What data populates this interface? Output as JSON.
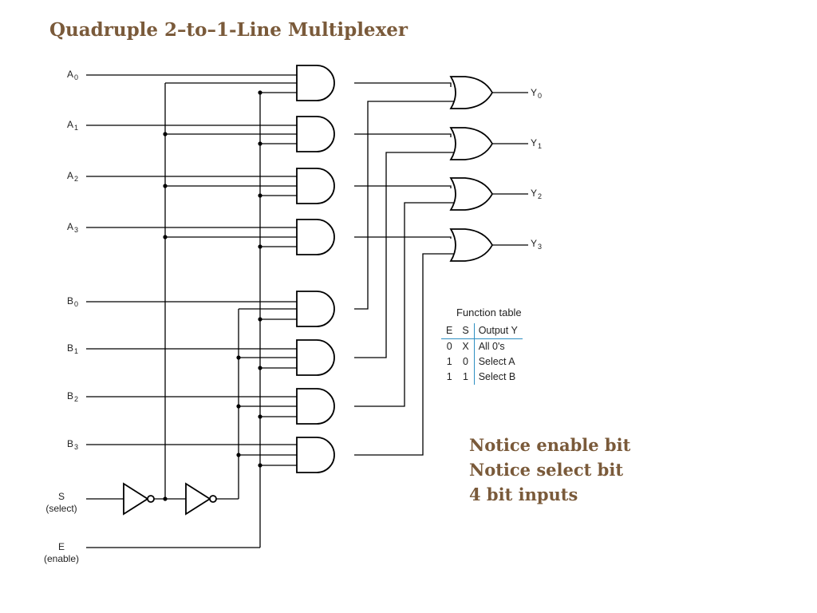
{
  "title": "Quadruple 2–to–1-Line Multiplexer",
  "inputs": {
    "a": [
      {
        "letter": "A",
        "sub": "0"
      },
      {
        "letter": "A",
        "sub": "1"
      },
      {
        "letter": "A",
        "sub": "2"
      },
      {
        "letter": "A",
        "sub": "3"
      }
    ],
    "b": [
      {
        "letter": "B",
        "sub": "0"
      },
      {
        "letter": "B",
        "sub": "1"
      },
      {
        "letter": "B",
        "sub": "2"
      },
      {
        "letter": "B",
        "sub": "3"
      }
    ],
    "s": {
      "letter": "S",
      "note": "(select)"
    },
    "e": {
      "letter": "E",
      "note": "(enable)"
    }
  },
  "outputs": [
    {
      "letter": "Y",
      "sub": "0"
    },
    {
      "letter": "Y",
      "sub": "1"
    },
    {
      "letter": "Y",
      "sub": "2"
    },
    {
      "letter": "Y",
      "sub": "3"
    }
  ],
  "function_table": {
    "title": "Function table",
    "headers": [
      "E",
      "S",
      "Output Y"
    ],
    "rows": [
      [
        "0",
        "X",
        "All 0's"
      ],
      [
        "1",
        "0",
        "Select A"
      ],
      [
        "1",
        "1",
        "Select B"
      ]
    ]
  },
  "notes": [
    "Notice enable bit",
    "Notice select bit",
    "4 bit inputs"
  ],
  "colors": {
    "title": "#7a5a3a",
    "table_rule": "#2e8fc2"
  }
}
